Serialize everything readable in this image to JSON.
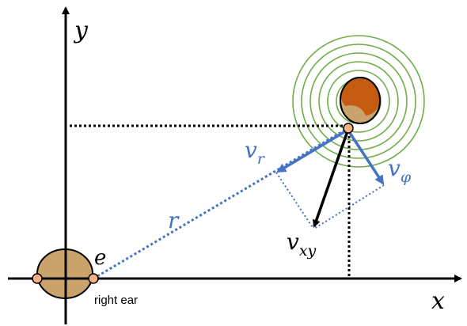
{
  "labels": {
    "y_axis": "y",
    "x_axis": "x",
    "ear_point": "e",
    "radius": "r",
    "ear_caption": "right ear",
    "v_r_base": "v",
    "v_r_sub": "r",
    "v_phi_base": "v",
    "v_phi_sub": "φ",
    "v_xy_base": "v",
    "v_xy_sub": "xy"
  },
  "colors": {
    "axis": "#000000",
    "blue": "#4472c4",
    "dotted_blue": "#4472c4",
    "green_rings": "#70ad47",
    "head_fill": "#c9a36b",
    "source_hair": "#c55a11",
    "ear_dot": "#f4b183",
    "velocity_xy": "#000000"
  },
  "rings": {
    "count": 6
  }
}
